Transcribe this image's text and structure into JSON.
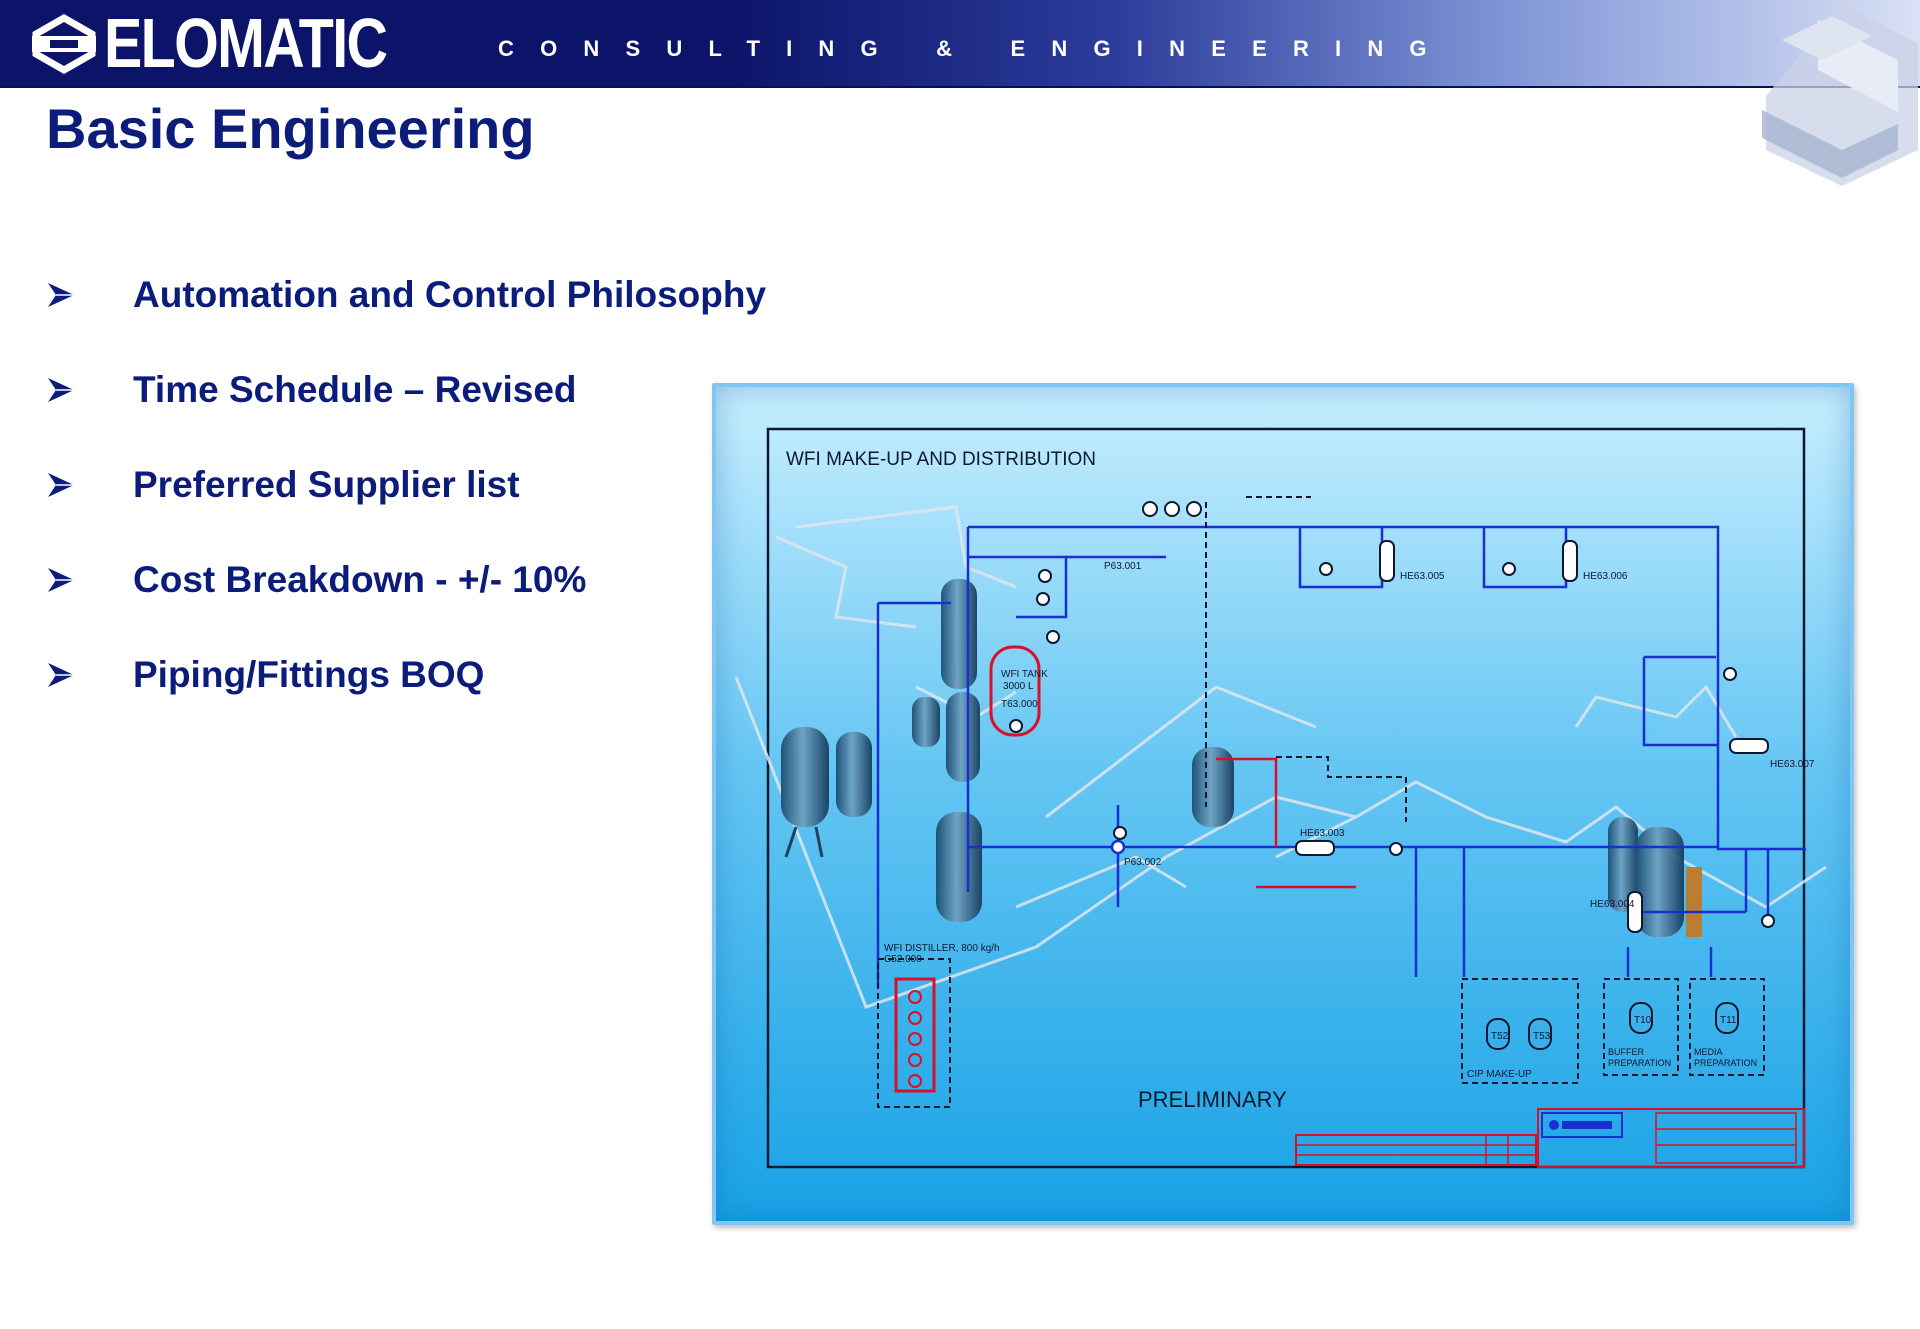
{
  "header": {
    "logo_text": "ELOMATIC",
    "tagline": "CONSULTING & ENGINEERING",
    "bar_color": "#0b1469",
    "icons": [
      "elomatic-logo-icon",
      "corner-hexagon-emblem-icon"
    ]
  },
  "page": {
    "title": "Basic Engineering",
    "title_color": "#0b1c7a",
    "bullets": [
      "Automation and Control Philosophy",
      "Time Schedule – Revised",
      "Preferred Supplier list",
      "Cost Breakdown - +/- 10%",
      "Piping/Fittings BOQ"
    ],
    "bullet_icon": "arrowhead-bullet-icon"
  },
  "diagram": {
    "title": "WFI MAKE-UP AND DISTRIBUTION",
    "watermark": "PRELIMINARY",
    "frame_color": "#1aa3e8",
    "line_color": "#1a2fd0",
    "highlight_color": "#d8102a",
    "labels": {
      "tank": "WFI TANK",
      "tank_volume": "3000 L",
      "tank_tag": "T63.000",
      "pump_main": "P63.002",
      "pump_top": "P63.001",
      "he_1": "HE63.005",
      "he_2": "HE63.006",
      "he_3": "HE63.003",
      "he_4": "HE63.007",
      "he_5": "HE63.004",
      "distiller": "WFI DISTILLER, 800 kg/h",
      "distiller_tag": "C52.000",
      "cip_1": "T52",
      "cip_2": "T53",
      "cip_caption": "CIP MAKE-UP",
      "buffer_tag": "T10",
      "buffer_caption_1": "BUFFER",
      "buffer_caption_2": "PREPARATION",
      "media_tag": "T11",
      "media_caption_1": "MEDIA",
      "media_caption_2": "PREPARATION"
    }
  }
}
